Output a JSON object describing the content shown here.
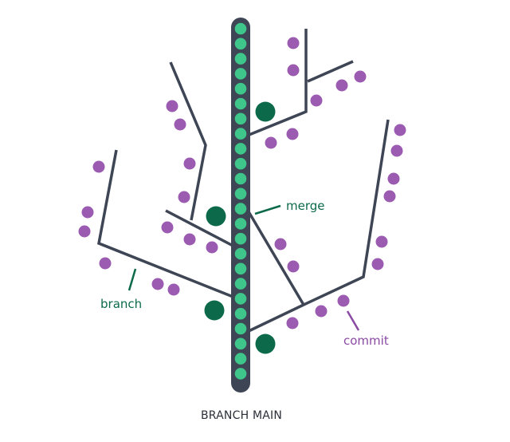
{
  "caption": "BRANCH MAIN",
  "labels": {
    "merge": "merge",
    "branch": "branch",
    "commit": "commit"
  },
  "colors": {
    "trunk": "#3e4554",
    "trunk_commit": "#3ec68b",
    "commit": "#9a5bb0",
    "merge_node": "#0c6a4a",
    "branch_label": "#0c6a4a",
    "commit_label": "#8a4aa3",
    "caption": "#2b2f38"
  }
}
